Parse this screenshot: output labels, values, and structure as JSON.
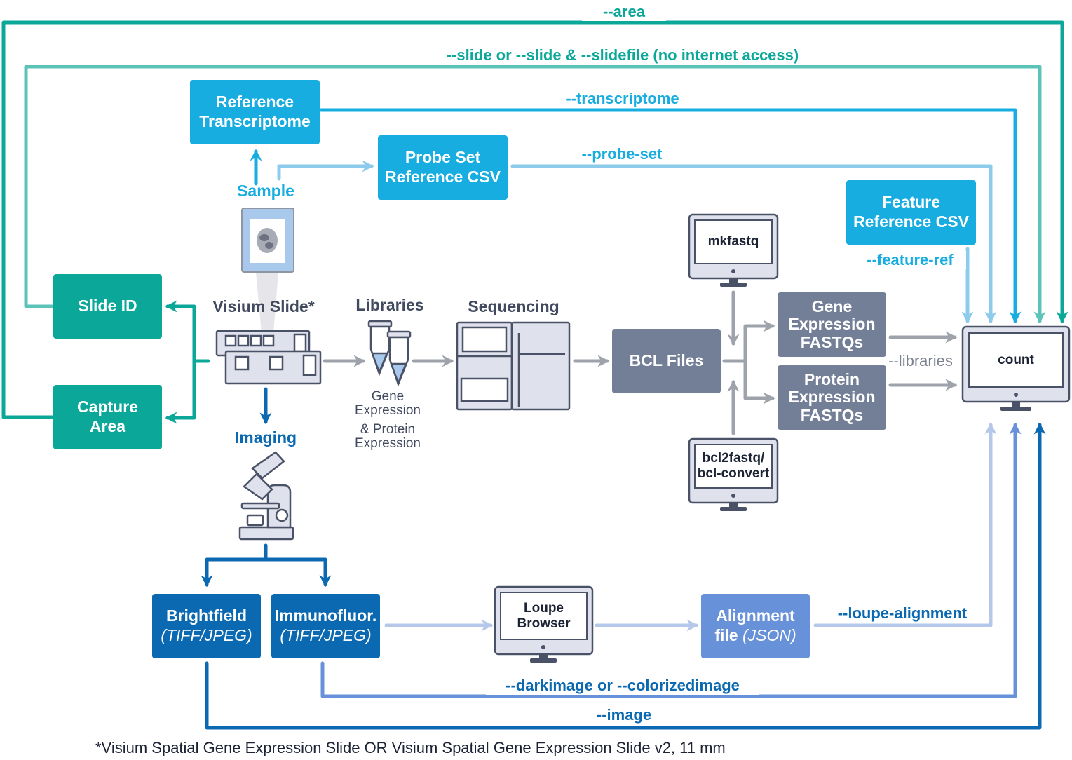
{
  "colors": {
    "teal": "#0ba799",
    "teal_light": "#5cc3b8",
    "cyan": "#17ade0",
    "light_blue": "#8ccbeb",
    "gray": "#737f97",
    "arrow_gray": "#9ea3ab",
    "dark_blue": "#0b69b1",
    "mid_blue": "#6791d8",
    "pale_blue": "#b6c8ea",
    "dark_text": "#414a5e"
  },
  "flags": {
    "area": "--area",
    "slide": "--slide or --slide & --slidefile (no internet access)",
    "transcriptome": "--transcriptome",
    "probe_set": "--probe-set",
    "feature_ref": "--feature-ref",
    "libraries": "--libraries",
    "loupe_alignment": "--loupe-alignment",
    "darkimage": "--darkimage or --colorizedimage",
    "image": "--image"
  },
  "boxes": {
    "reference_transcriptome": [
      "Reference",
      "Transcriptome"
    ],
    "probe_set": [
      "Probe Set",
      "Reference CSV"
    ],
    "feature_reference": [
      "Feature",
      "Reference CSV"
    ],
    "slide_id": "Slide ID",
    "capture_area": [
      "Capture",
      "Area"
    ],
    "bcl_files": "BCL Files",
    "gene_fastqs": [
      "Gene",
      "Expression",
      "FASTQs"
    ],
    "protein_fastqs": [
      "Protein",
      "Expression",
      "FASTQs"
    ],
    "brightfield": {
      "title": "Brightfield",
      "format": "(TIFF/JPEG)"
    },
    "immunofluor": {
      "title": "Immunofluor.",
      "format": "(TIFF/JPEG)"
    },
    "alignment": {
      "title": "Alignment",
      "file": "file",
      "format": "(JSON)"
    }
  },
  "labels": {
    "sample": "Sample",
    "visium_slide": "Visium Slide*",
    "libraries": "Libraries",
    "sequencing": "Sequencing",
    "imaging": "Imaging",
    "gene_expression": [
      "Gene",
      "Expression"
    ],
    "protein_expression": [
      "& Protein",
      "Expression"
    ]
  },
  "monitors": {
    "mkfastq": "mkfastq",
    "bcl2fastq": [
      "bcl2fastq/",
      "bcl-convert"
    ],
    "loupe": [
      "Loupe",
      "Browser"
    ],
    "count": "count"
  },
  "footnote": "*Visium Spatial Gene Expression Slide  OR  Visium Spatial Gene Expression Slide v2, 11 mm"
}
